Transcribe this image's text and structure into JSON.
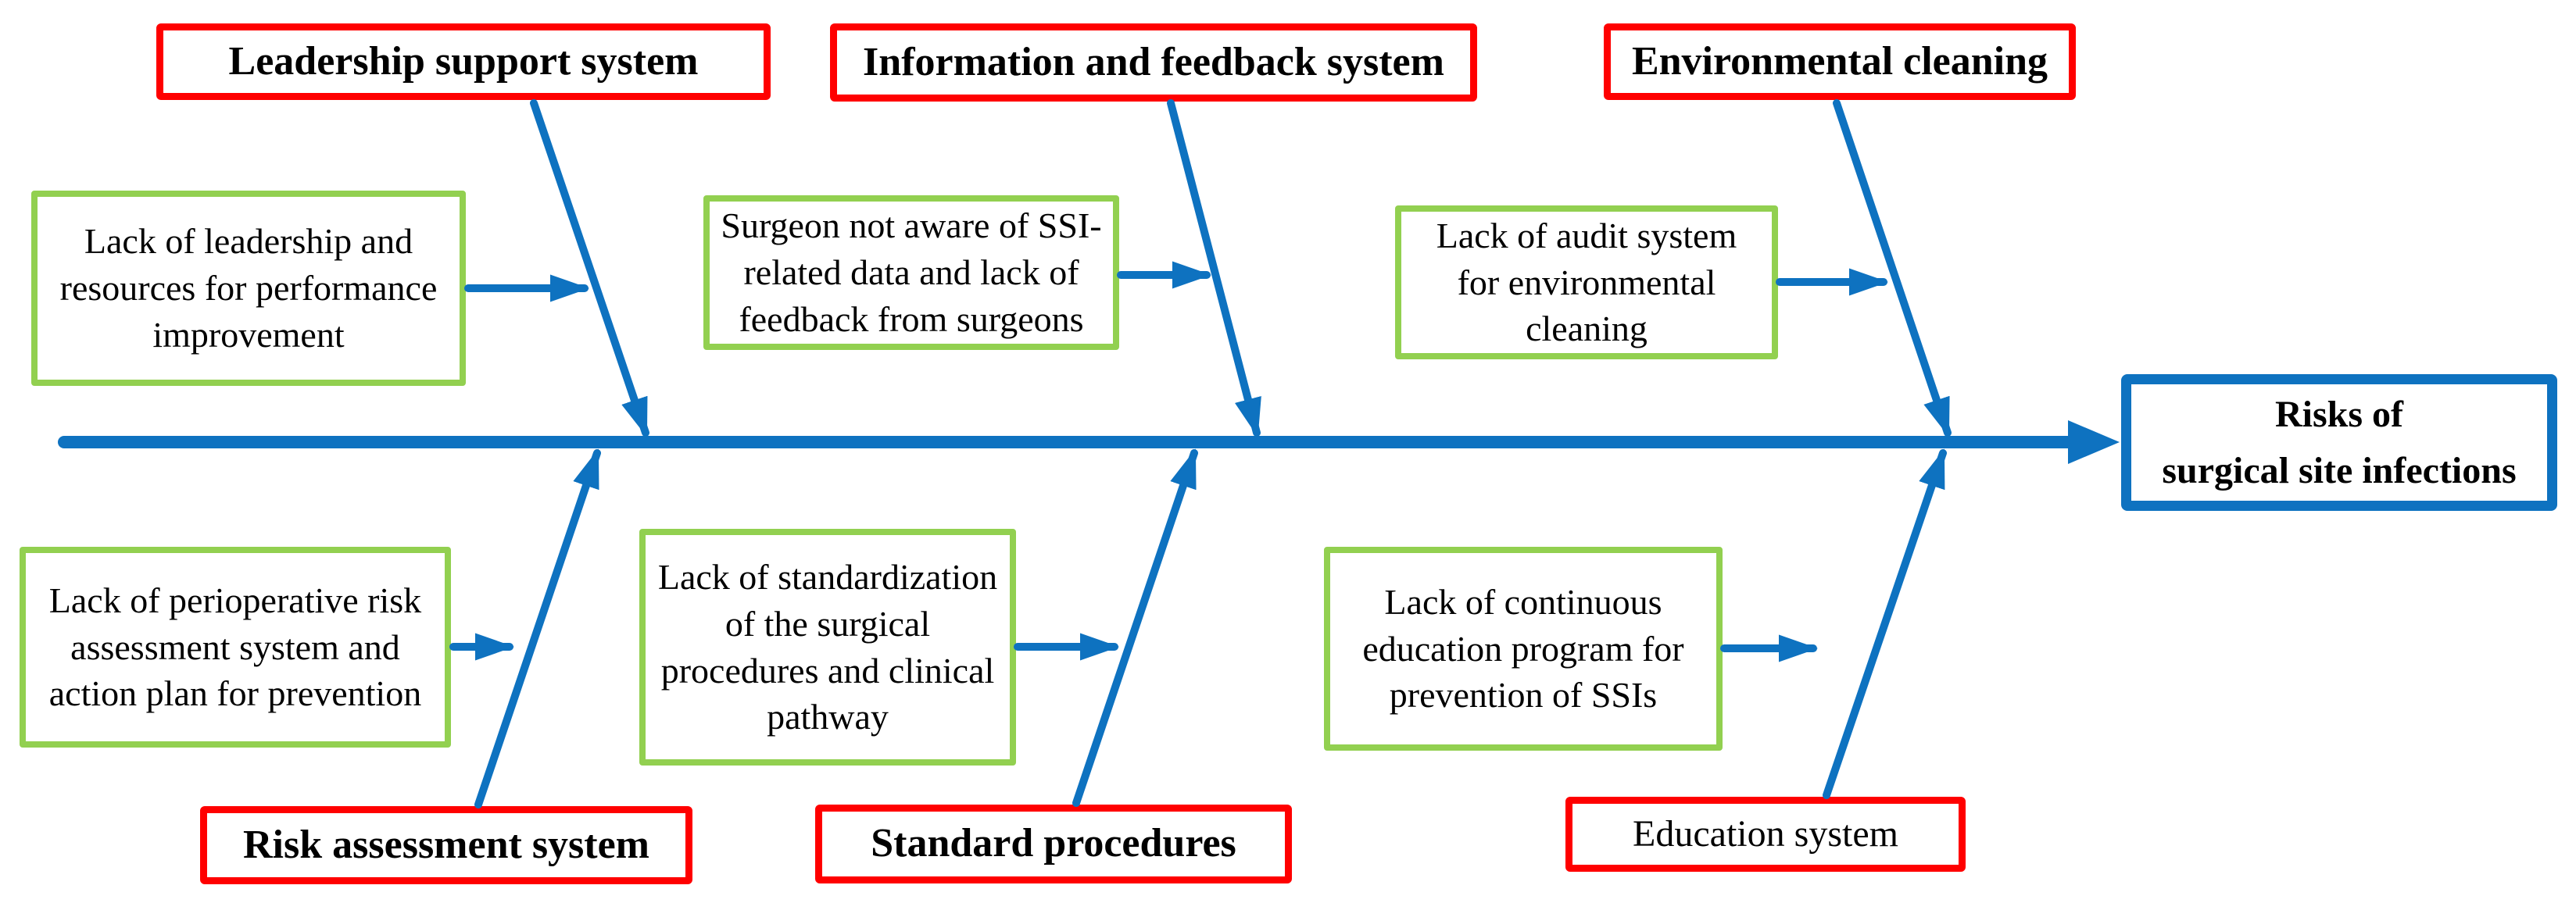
{
  "fishbone": {
    "type": "cause-effect-diagram",
    "spine_direction": "right",
    "effect_box": {
      "label": "Risks of\nsurgical site infections"
    },
    "categories": {
      "top": [
        {
          "label": "Leadership support system"
        },
        {
          "label": "Information and feedback system"
        },
        {
          "label": "Environmental cleaning"
        }
      ],
      "bottom": [
        {
          "label": "Risk assessment system"
        },
        {
          "label": "Standard procedures"
        },
        {
          "label": "Education system"
        }
      ]
    },
    "causes": {
      "top": [
        {
          "label": "Lack of leadership and\nresources for performance\nimprovement"
        },
        {
          "label": "Surgeon not aware of SSI-\nrelated data and lack of\nfeedback from surgeons"
        },
        {
          "label": "Lack of audit system\nfor environmental\ncleaning"
        }
      ],
      "bottom": [
        {
          "label": "Lack of perioperative risk\nassessment system and\naction plan for prevention"
        },
        {
          "label": "Lack of standardization\nof the surgical\nprocedures and clinical\npathway"
        },
        {
          "label": "Lack of continuous\neducation program for\nprevention of SSIs"
        }
      ]
    },
    "colors": {
      "line_blue": "#0e72c0",
      "category_red": "#ff0000",
      "cause_green": "#92d050",
      "text": "#000000",
      "background": "#ffffff"
    }
  }
}
